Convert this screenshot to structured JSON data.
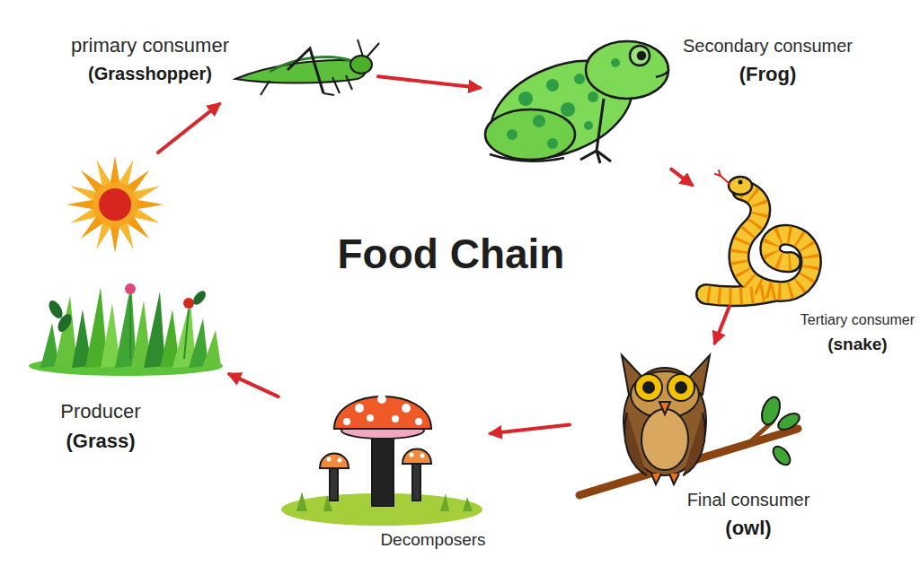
{
  "diagram": {
    "title": "Food Chain",
    "nodes": [
      {
        "text": [
          "primary consumer",
          "(Grasshopper)"
        ]
      },
      {
        "text": [
          "Secondary consumer",
          "(Frog)"
        ]
      },
      {
        "text": [
          "Tertiary consumer",
          "(snake)"
        ]
      },
      {
        "text": [
          "Final consumer",
          "(owl)"
        ]
      },
      {
        "text": [
          "Decomposers"
        ]
      },
      {
        "text": [
          "Producer",
          "(Grass)"
        ]
      }
    ],
    "edges": [
      {
        "from": 0,
        "to": 1,
        "arrow": "to"
      },
      {
        "from": 1,
        "to": 2,
        "arrow": "to"
      },
      {
        "from": 2,
        "to": 3,
        "arrow": "to"
      },
      {
        "from": 3,
        "to": 4,
        "arrow": "to"
      },
      {
        "from": 4,
        "to": 5,
        "arrow": "to"
      }
    ]
  }
}
